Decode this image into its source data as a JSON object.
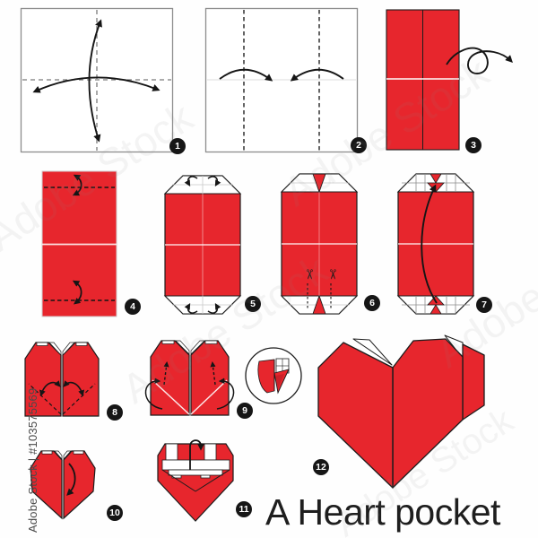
{
  "title": "A Heart pocket",
  "steps": [
    "1",
    "2",
    "3",
    "4",
    "5",
    "6",
    "7",
    "8",
    "9",
    "10",
    "11",
    "12"
  ],
  "icons": {
    "scissors": "✂"
  },
  "watermark": {
    "vertical": "Adobe Stock | #103575569",
    "diagonal": "Adobe Stock"
  },
  "colors": {
    "paper_red": "#e7262d",
    "paper_red_shade": "#cb2028",
    "outline": "#1c1c1c",
    "badge_bg": "#161616",
    "badge_text": "#ffffff",
    "square_border": "#8d8d8d",
    "watermark_gray": "#4a4a4a"
  }
}
